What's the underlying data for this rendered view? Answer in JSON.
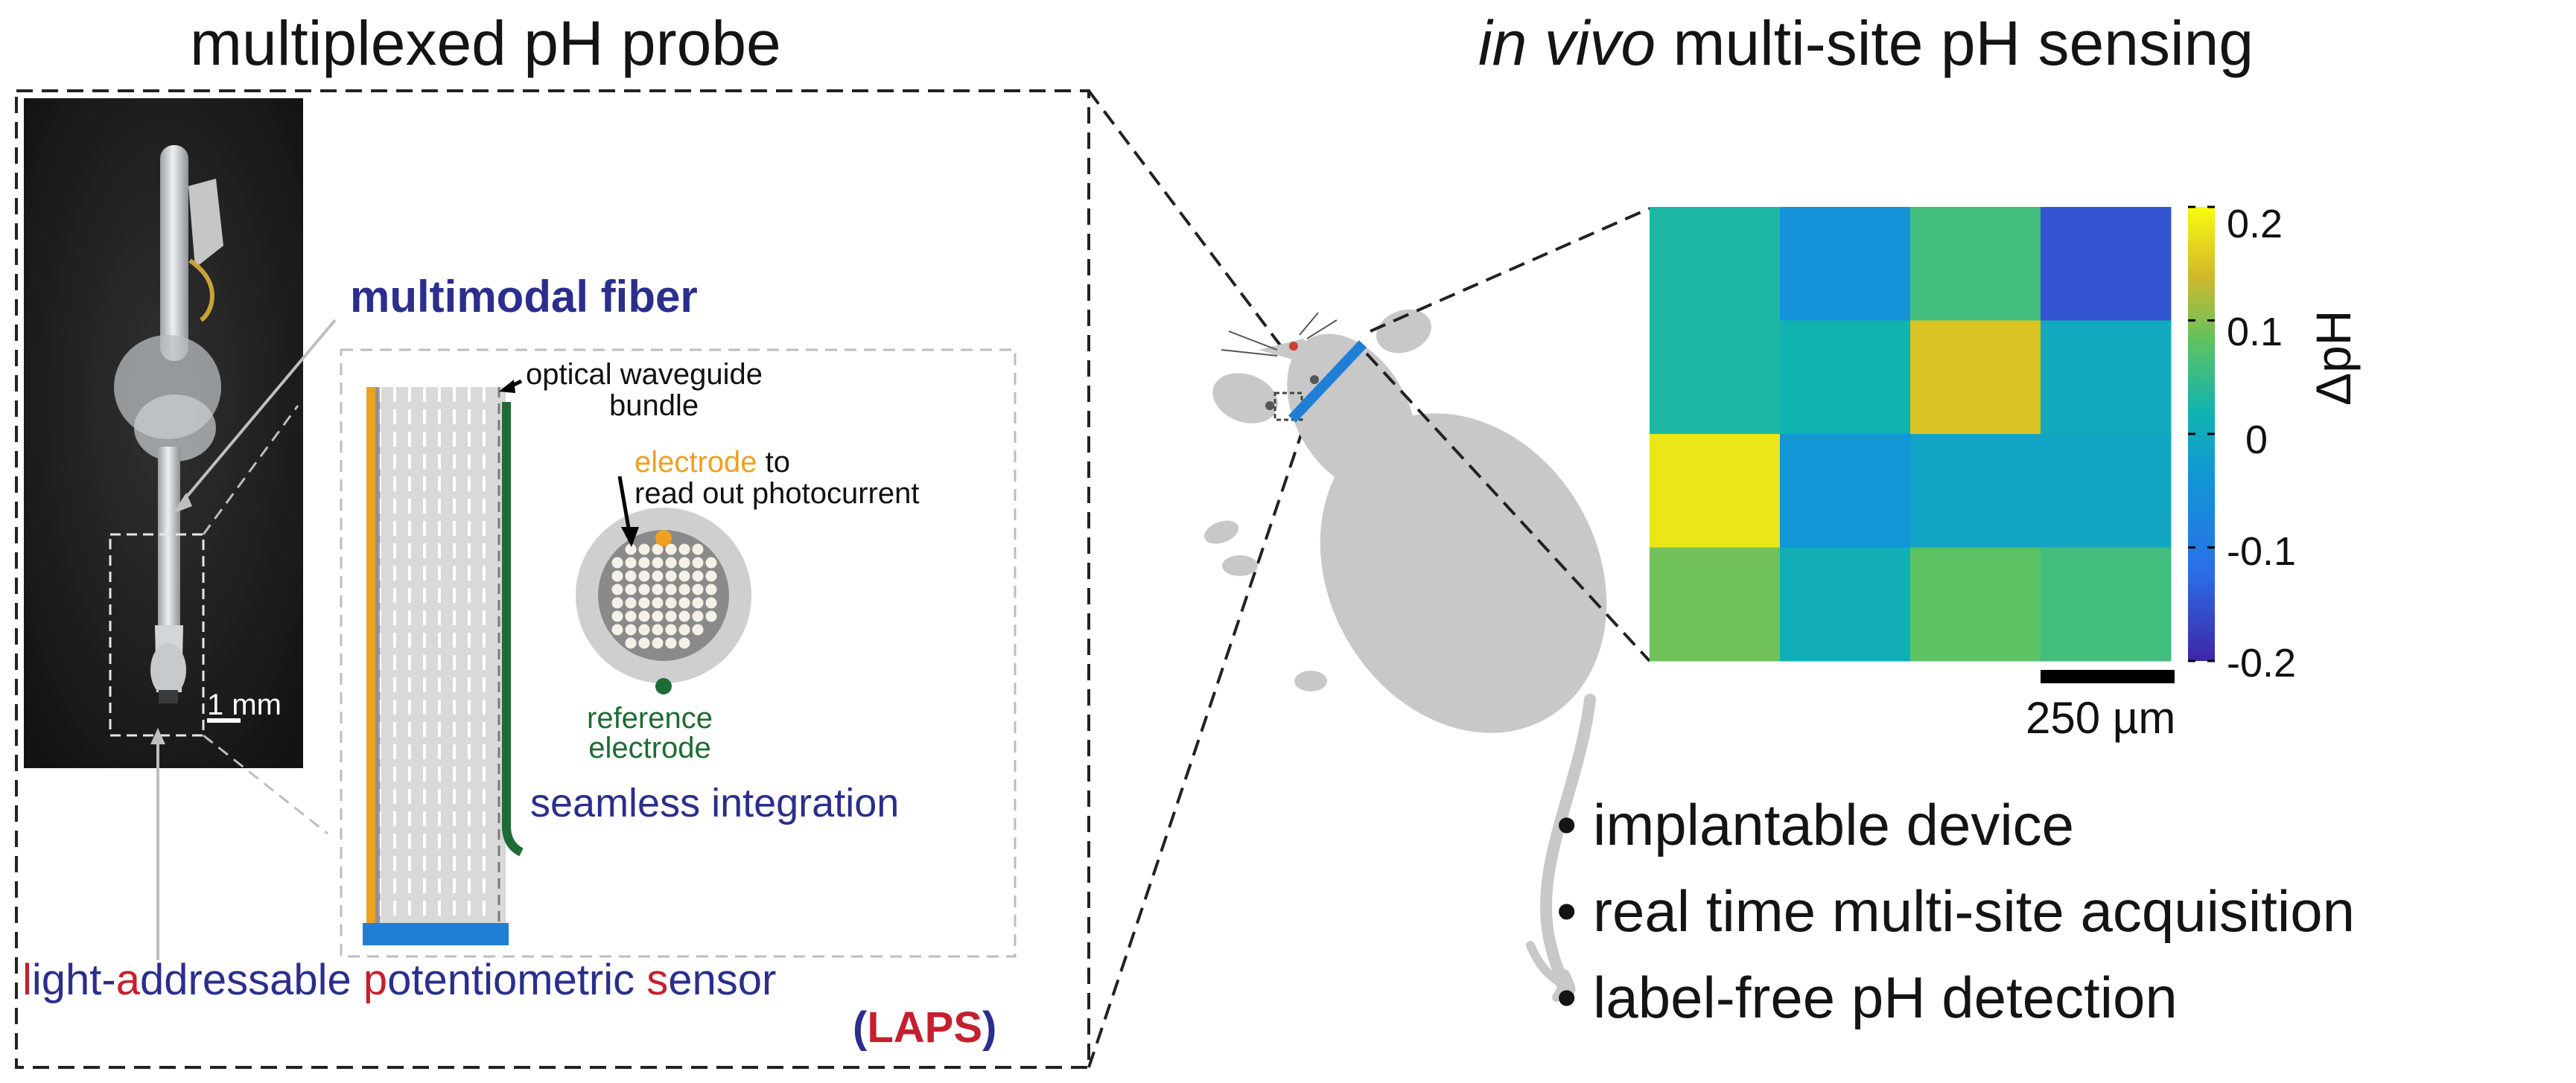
{
  "left_title": "multiplexed pH probe",
  "right_title": {
    "italic": "in vivo",
    "rest": " multi-site pH sensing"
  },
  "fiber_label": "multimodal fiber",
  "photo_scale": "1 mm",
  "waveguide_label_1": "optical waveguide",
  "waveguide_label_2": "bundle",
  "electrode_label_1_colored": "electrode",
  "electrode_label_1_rest": " to",
  "electrode_label_2": "read out photocurrent",
  "reference_label_1": "reference",
  "reference_label_2": "electrode",
  "integration_label": "seamless integration",
  "laps": {
    "parts": [
      {
        "t": "l",
        "c": "red"
      },
      {
        "t": "ight-",
        "c": "blue"
      },
      {
        "t": "a",
        "c": "red"
      },
      {
        "t": "ddressable ",
        "c": "blue"
      },
      {
        "t": "p",
        "c": "red"
      },
      {
        "t": "otentiometric ",
        "c": "blue"
      },
      {
        "t": "s",
        "c": "red"
      },
      {
        "t": "ensor",
        "c": "blue"
      }
    ],
    "abbr_open": "(",
    "abbr": "LAPS",
    "abbr_close": ")"
  },
  "bullets": [
    "implantable device",
    "real time multi-site acquisition",
    "label-free pH detection"
  ],
  "bullet_symbol": "•",
  "chart_data": {
    "type": "heatmap",
    "rows": 4,
    "cols": 4,
    "values": [
      [
        0.03,
        -0.05,
        0.06,
        -0.15
      ],
      [
        0.03,
        0.02,
        0.15,
        0.0
      ],
      [
        0.18,
        -0.04,
        -0.01,
        -0.01
      ],
      [
        0.09,
        0.01,
        0.08,
        0.06
      ]
    ],
    "colorbar_label": "ΔpH",
    "colorbar_ticks": [
      "0.2",
      "0.1",
      "0",
      "-0.1",
      "-0.2"
    ],
    "colorbar_range": [
      -0.2,
      0.2
    ],
    "scale_bar_label": "250 µm",
    "colormap": "parula"
  },
  "colors": {
    "text_blue": "#2b2e8c",
    "laps_red": "#c4202e",
    "electrode_orange": "#f0a020",
    "reference_green": "#1e6b35",
    "probe_blue": "#1f7fd6",
    "mouse_gray": "#c8c8c8"
  }
}
